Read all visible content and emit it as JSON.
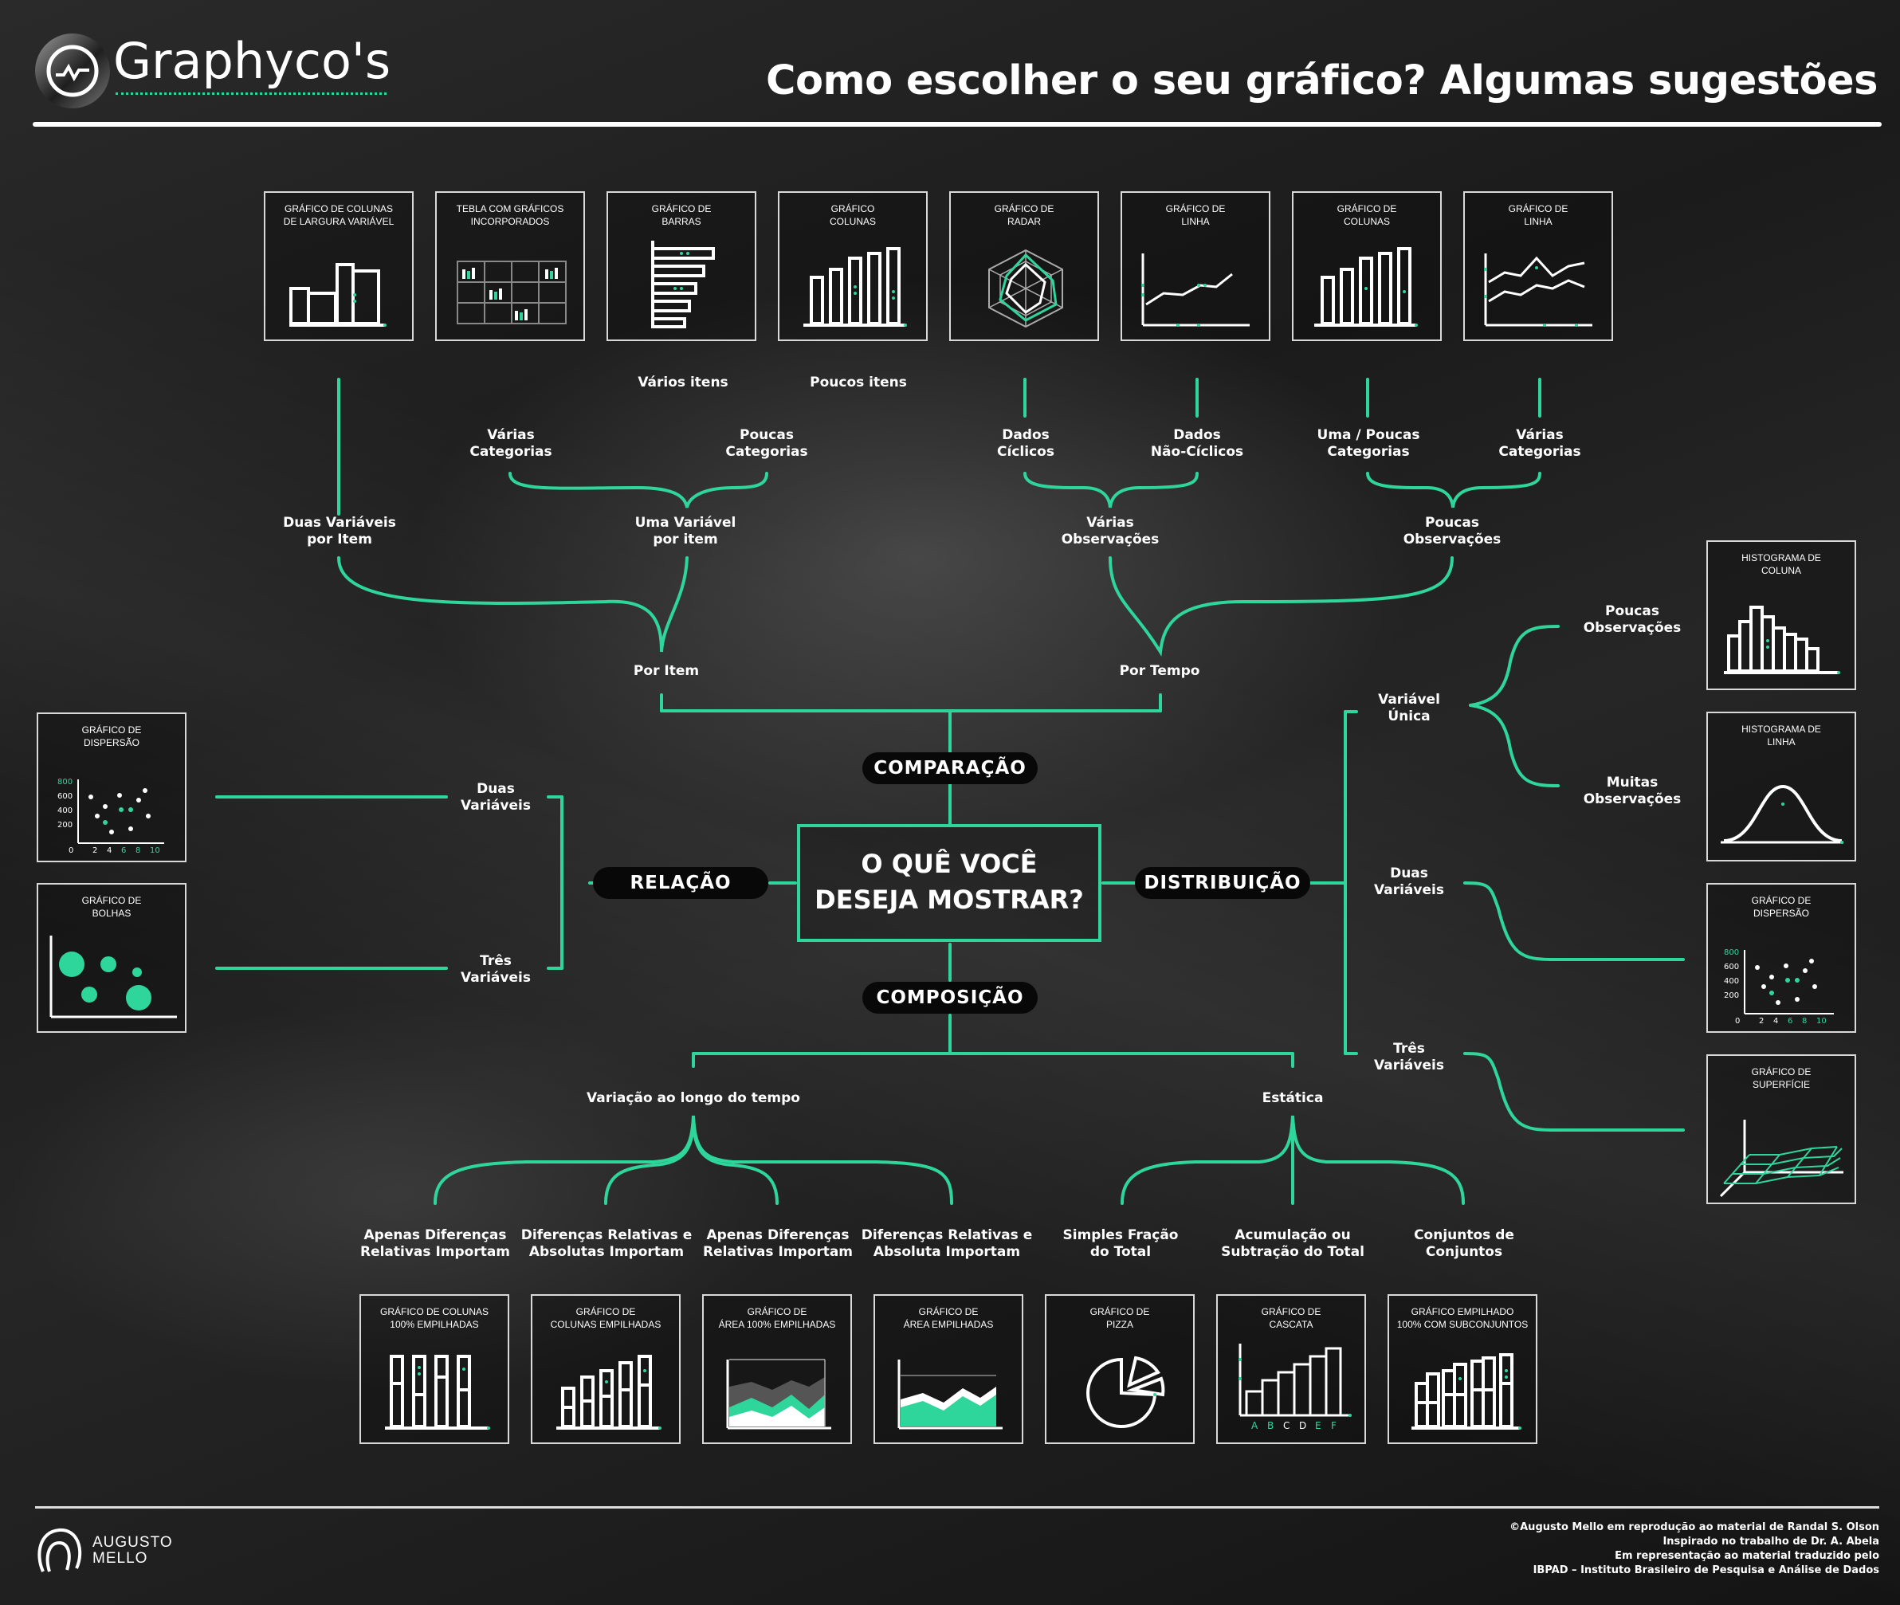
{
  "header": {
    "brand": "Graphyco's",
    "title": "Como escolher o seu gráfico? Algumas sugestões"
  },
  "center": {
    "question": "O QUÊ VOCÊ\nDESEJA MOSTRAR?",
    "categories": {
      "comparacao": "COMPARAÇÃO",
      "relacao": "RELAÇÃO",
      "distribuicao": "DISTRIBUIÇÃO",
      "composicao": "COMPOSIÇÃO"
    }
  },
  "comparison": {
    "por_item": "Por Item",
    "por_tempo": "Por Tempo",
    "duas_variaveis": "Duas Variáveis\npor Item",
    "uma_variavel": "Uma Variável\npor item",
    "varias_observacoes": "Várias\nObservações",
    "poucas_observacoes": "Poucas\nObservações",
    "varias_categorias_1": "Várias\nCategorias",
    "poucas_categorias": "Poucas\nCategorias",
    "varios_itens": "Vários itens",
    "poucos_itens": "Poucos itens",
    "dados_ciclicos": "Dados\nCíclicos",
    "dados_nao_ciclicos": "Dados\nNão-Cíclicos",
    "uma_poucas_categorias": "Uma / Poucas\nCategorias",
    "varias_categorias_2": "Várias\nCategorias"
  },
  "top_charts": [
    "GRÁFICO DE COLUNAS\nDE LARGURA VARIÁVEL",
    "TEBLA COM GRÁFICOS\nINCORPORADOS",
    "GRÁFICO DE\nBARRAS",
    "GRÁFICO\nCOLUNAS",
    "GRÁFICO DE\nRADAR",
    "GRÁFICO DE\nLINHA",
    "GRÁFICO DE\nCOLUNAS",
    "GRÁFICO DE\nLINHA"
  ],
  "relation": {
    "duas_variaveis": "Duas\nVariáveis",
    "tres_variaveis": "Três\nVariáveis",
    "charts": [
      "GRÁFICO DE\nDISPERSÃO",
      "GRÁFICO DE\nBOLHAS"
    ],
    "scatter_y_ticks": [
      "800",
      "600",
      "400",
      "200"
    ],
    "scatter_x_ticks": [
      "0",
      "2",
      "4",
      "6",
      "8",
      "10"
    ]
  },
  "distribution": {
    "variavel_unica": "Variável\nÚnica",
    "poucas_observacoes": "Poucas\nObservações",
    "muitas_observacoes": "Muitas\nObservações",
    "duas_variaveis": "Duas\nVariáveis",
    "tres_variaveis": "Três\nVariáveis",
    "charts": [
      "HISTOGRAMA DE\nCOLUNA",
      "HISTOGRAMA DE\nLINHA",
      "GRÁFICO DE\nDISPERSÃO",
      "GRÁFICO DE\nSUPERFÍCIE"
    ]
  },
  "composition": {
    "variacao_tempo": "Variação ao longo do tempo",
    "estatica": "Estática",
    "leaves": [
      "Apenas Diferenças\nRelativas Importam",
      "Diferenças Relativas e\nAbsolutas Importam",
      "Apenas Diferenças\nRelativas Importam",
      "Diferenças Relativas e\nAbsoluta Importam",
      "Simples Fração\ndo Total",
      "Acumulação ou\nSubtração do Total",
      "Conjuntos de\nConjuntos"
    ],
    "charts": [
      "GRÁFICO DE COLUNAS\n100% EMPILHADAS",
      "GRÁFICO DE\nCOLUNAS EMPILHADAS",
      "GRÁFICO DE\nÁREA 100% EMPILHADAS",
      "GRÁFICO DE\nÁREA EMPILHADAS",
      "GRÁFICO DE\nPIZZA",
      "GRÁFICO DE\nCASCATA",
      "GRÁFICO EMPILHADO\n100% COM SUBCONJUNTOS"
    ],
    "waterfall_x_ticks": [
      "A",
      "B",
      "C",
      "D",
      "E",
      "F"
    ]
  },
  "footer": {
    "author_line1": "AUGUSTO",
    "author_line2": "MELLO",
    "credit": "©Augusto Mello em reprodução ao material de Randal S. Olson\nInspirado no trabalho de Dr. A. Abela\nEm representação ao material traduzido pelo\nIBPAD – Instituto Brasileiro de Pesquisa e Análise de Dados"
  },
  "colors": {
    "accent": "#2ed69b",
    "text": "#ffffff",
    "background": "#1c1c1c",
    "pill": "#080808"
  }
}
